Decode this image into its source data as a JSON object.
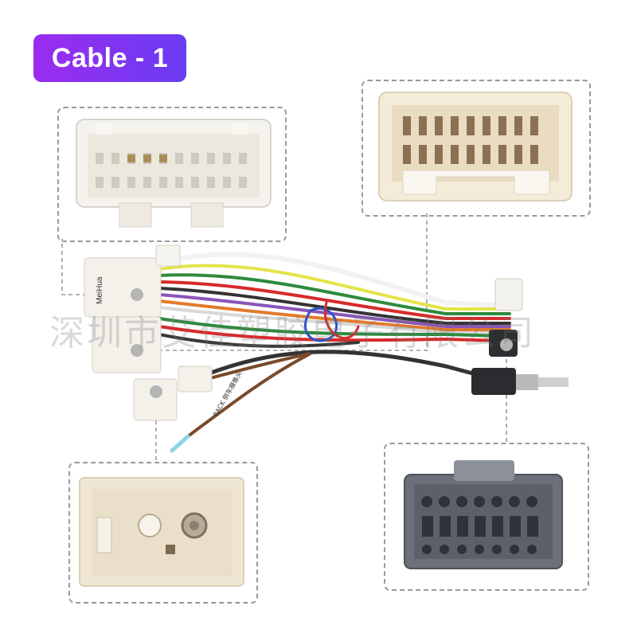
{
  "badge": {
    "label": "Cable - 1"
  },
  "watermark": {
    "text": "深圳市艾佳塑胶电子有限公司"
  },
  "labels": {
    "brand": "MeiHua",
    "tag": "BACK 倒车摄像头"
  },
  "colors": {
    "badge_start": "#9b2cf0",
    "badge_end": "#6a3cf2",
    "connector_white": "#f4f1ea",
    "connector_grey": "#6a6f78",
    "dash": "#9a9a9a"
  }
}
